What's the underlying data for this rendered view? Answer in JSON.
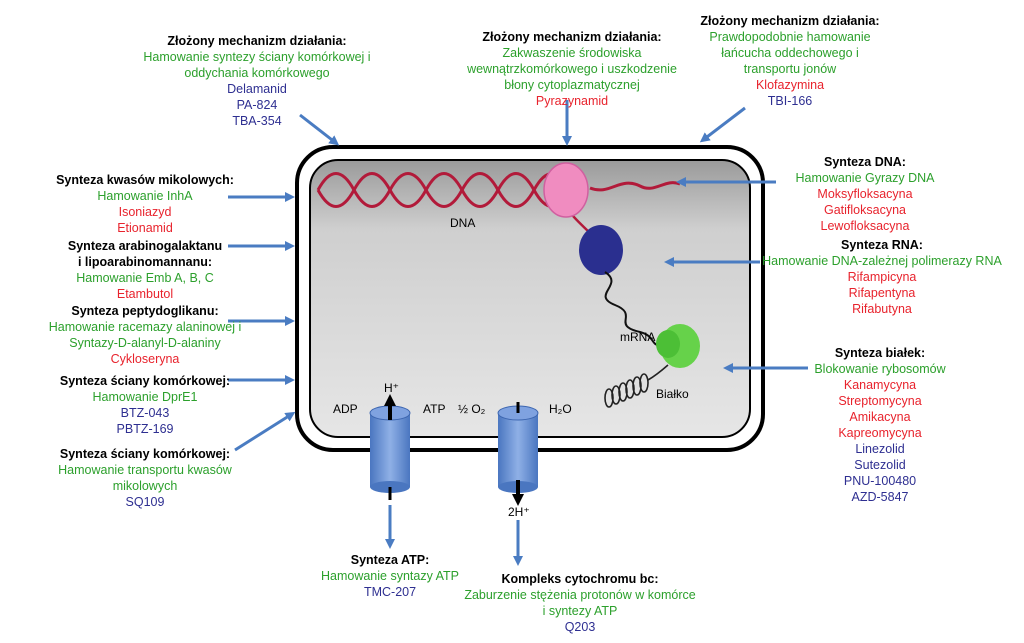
{
  "colors": {
    "heading": "#000000",
    "mechanism": "#2ca02c",
    "drug_red": "#e8232d",
    "drug_blue": "#2e2f91",
    "arrow": "#4a7cc2",
    "cell_fill": "#c8c8c8",
    "dna": "#b21a3a",
    "pore": "#5a86cf"
  },
  "cell_labels": {
    "dna": "DNA",
    "mrna": "mRNA",
    "protein": "Białko",
    "adp": "ADP",
    "atp": "ATP",
    "h_plus": "H⁺",
    "half_o2": "½ O₂",
    "h2o": "H₂O",
    "two_h_plus": "2H⁺"
  },
  "annotations": {
    "top_left": {
      "heading": "Złożony mechanizm działania:",
      "mechanism": [
        "Hamowanie syntezy ściany komórkowej i",
        "oddychania komórkowego"
      ],
      "drugs_blue": [
        "Delamanid",
        "PA-824",
        "TBA-354"
      ]
    },
    "top_center": {
      "heading": "Złożony mechanizm działania:",
      "mechanism": [
        "Zakwaszenie środowiska",
        "wewnątrzkomórkowego i uszkodzenie",
        "błony cytoplazmatycznej"
      ],
      "drugs_red": [
        "Pyrazynamid"
      ]
    },
    "top_right": {
      "heading": "Złożony mechanizm działania:",
      "mechanism": [
        "Prawdopodobnie hamowanie",
        "łańcucha oddechowego i",
        "transportu jonów"
      ],
      "drugs_red": [
        "Klofazymina"
      ],
      "drugs_blue": [
        "TBI-166"
      ]
    },
    "mycolic": {
      "heading": "Synteza kwasów mikolowych:",
      "mechanism": [
        "Hamowanie InhA"
      ],
      "drugs_red": [
        "Isoniazyd",
        "Etionamid"
      ]
    },
    "arabino": {
      "heading": [
        "Synteza arabinogalaktanu",
        "i lipoarabinomannanu:"
      ],
      "mechanism": [
        "Hamowanie Emb A, B, C"
      ],
      "drugs_red": [
        "Etambutol"
      ]
    },
    "peptido": {
      "heading": "Synteza peptydoglikanu:",
      "mechanism": [
        "Hamowanie racemazy alaninowej i",
        "Syntazy-D-alanyl-D-alaniny"
      ],
      "drugs_red": [
        "Cykloseryna"
      ]
    },
    "wall1": {
      "heading": "Synteza ściany komórkowej:",
      "mechanism": [
        "Hamowanie DprE1"
      ],
      "drugs_blue": [
        "BTZ-043",
        "PBTZ-169"
      ]
    },
    "wall2": {
      "heading": "Synteza ściany komórkowej:",
      "mechanism": [
        "Hamowanie transportu kwasów",
        "mikolowych"
      ],
      "drugs_blue": [
        "SQ109"
      ]
    },
    "dna_synth": {
      "heading": "Synteza DNA:",
      "mechanism": [
        "Hamowanie Gyrazy DNA"
      ],
      "drugs_red": [
        "Moksyfloksacyna",
        "Gatifloksacyna",
        "Lewofloksacyna"
      ]
    },
    "rna_synth": {
      "heading": "Synteza RNA:",
      "mechanism": [
        "Hamowanie DNA-zależnej polimerazy RNA"
      ],
      "drugs_red": [
        "Rifampicyna",
        "Rifapentyna",
        "Rifabutyna"
      ]
    },
    "protein_synth": {
      "heading": "Synteza białek:",
      "mechanism": [
        "Blokowanie rybosomów"
      ],
      "drugs_red": [
        "Kanamycyna",
        "Streptomycyna",
        "Amikacyna",
        "Kapreomycyna"
      ],
      "drugs_blue": [
        "Linezolid",
        "Sutezolid",
        "PNU-100480",
        "AZD-5847"
      ]
    },
    "atp_synth": {
      "heading": "Synteza ATP:",
      "mechanism": [
        "Hamowanie syntazy ATP"
      ],
      "drugs_blue": [
        "TMC-207"
      ]
    },
    "cytochrome": {
      "heading": "Kompleks cytochromu bc:",
      "mechanism": [
        "Zaburzenie stężenia protonów w komórce",
        "i syntezy ATP"
      ],
      "drugs_blue": [
        "Q203"
      ]
    }
  }
}
